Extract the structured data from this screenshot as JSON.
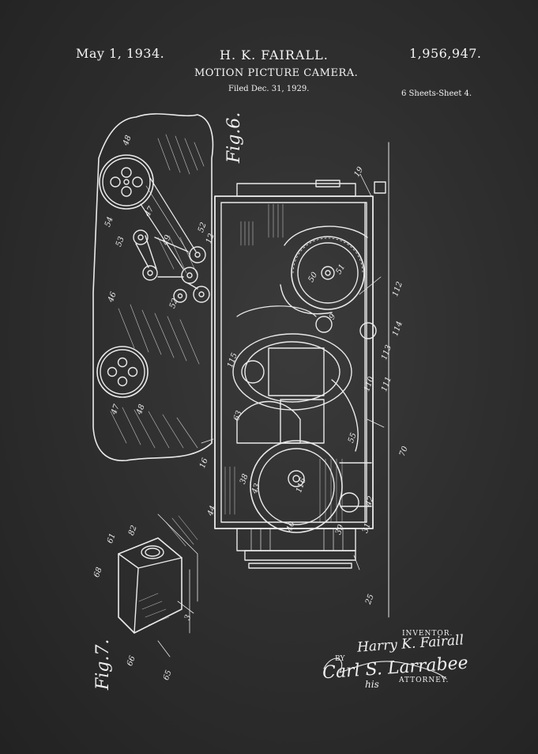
{
  "header": {
    "date": "May 1, 1934.",
    "inventor": "H. K. FAIRALL.",
    "patent_number": "1,956,947.",
    "title": "MOTION PICTURE CAMERA.",
    "filed": "Filed Dec. 31, 1929.",
    "sheets": "6 Sheets-Sheet 4."
  },
  "figures": {
    "fig6": "Fig.6.",
    "fig7": "Fig.7."
  },
  "signature": {
    "inventor_label": "INVENTOR.",
    "inventor_name": "Harry K. Fairall",
    "by": "BY",
    "attorney_name": "Carl S. Larrabee",
    "his": "his",
    "attorney_label": "ATTORNEY."
  },
  "reference_numerals": [
    "48",
    "47",
    "54",
    "53",
    "49",
    "52",
    "12",
    "52",
    "46",
    "47",
    "48",
    "19",
    "50",
    "51",
    "112",
    "114",
    "113",
    "111",
    "110",
    "115",
    "116",
    "63",
    "38",
    "43",
    "40",
    "39",
    "42",
    "31",
    "44",
    "16",
    "70",
    "55",
    "25",
    "61",
    "82",
    "68",
    "3",
    "66",
    "65",
    "9"
  ],
  "colors": {
    "chalkboard": "#2f2f2f",
    "chalk": "#f2f2f2"
  }
}
